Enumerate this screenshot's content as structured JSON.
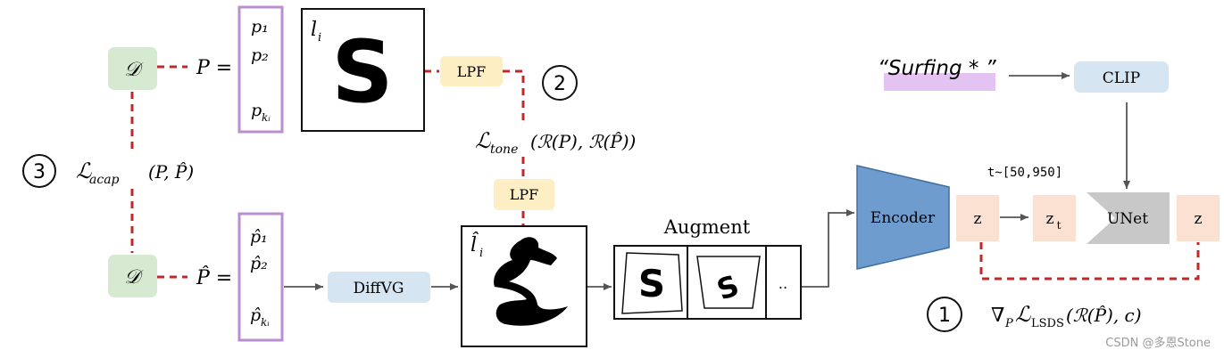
{
  "left": {
    "d_top": "𝒟",
    "d_bottom": "𝒟",
    "P_eq": "P =",
    "Phat_eq": "P̂ =",
    "p1": "p₁",
    "p2": "p₂",
    "pk": "p",
    "pk_sub": "kᵢ",
    "ph1": "p̂₁",
    "ph2": "p̂₂",
    "phk": "p̂",
    "phk_sub": "kᵢ",
    "step3_number": "3",
    "acap_loss": "ℒ",
    "acap_sub": "acap",
    "acap_args": "(P, P̂)"
  },
  "middle": {
    "li_label": "l",
    "li_sub": "i",
    "glyph": "S",
    "lpf_top": "LPF",
    "lpf_mid": "LPF",
    "step2_number": "2",
    "tone_loss": "ℒ",
    "tone_sub": "tone",
    "tone_args": "(ℛ(P), ℛ(P̂))",
    "lhat_label": "l̂",
    "lhat_sub": "i",
    "diffvg": "DiffVG",
    "augment": "Augment",
    "aug_glyph1": "S",
    "aug_glyph2": "S",
    "aug_more": ".."
  },
  "right": {
    "prompt": "“Surfing * ”",
    "clip": "CLIP",
    "encoder": "Encoder",
    "z_in": "z",
    "z_t": "z",
    "z_t_sub": "t",
    "timestep": "t~[50,950]",
    "unet": "UNet",
    "z_out": "z",
    "step1_number": "1",
    "sds_grad": "∇",
    "sds_grad_sub": "P",
    "sds_loss": "ℒ",
    "sds_loss_sub": "LSDS",
    "sds_args": "(ℛ(P̂), c)"
  },
  "watermark": "CSDN @多恩Stone",
  "colors": {
    "dashed_red": "#c0282a",
    "green_box": "#d5ead0",
    "purple_box": "#b98fd0",
    "yellow_box": "#fdeec4",
    "blue_box": "#d5e5f2",
    "encoder": "#6f9ccf",
    "peach_box": "#fbe1d2",
    "unet": "#c8c8c8",
    "highlight": "#e3c3f2",
    "arrow": "#555555"
  }
}
